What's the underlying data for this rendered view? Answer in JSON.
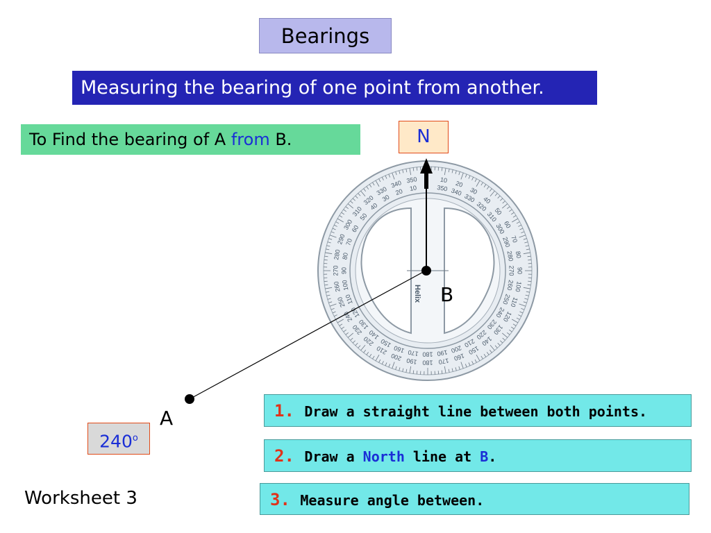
{
  "title": "Bearings",
  "subtitle": "Measuring the bearing of one point from another.",
  "instruction": {
    "prefix": "To Find the bearing of A ",
    "highlight": "from",
    "suffix": " B."
  },
  "north_label": "N",
  "points": {
    "a": "A",
    "b": "B"
  },
  "answer": {
    "value": "240",
    "unit": "o"
  },
  "protractor": {
    "brand": "Helix",
    "outer_labels": [
      "10",
      "20",
      "30",
      "40",
      "50",
      "60",
      "70",
      "80",
      "90",
      "100",
      "110",
      "120",
      "130",
      "140",
      "150",
      "160",
      "170",
      "180",
      "190",
      "200",
      "210",
      "220",
      "230",
      "240",
      "250",
      "260",
      "270",
      "280",
      "290",
      "300",
      "310",
      "320",
      "330",
      "340",
      "350"
    ],
    "inner_labels": [
      "350",
      "340",
      "330",
      "320",
      "310",
      "300",
      "290",
      "280",
      "270",
      "260",
      "250",
      "240",
      "230",
      "220",
      "210",
      "200",
      "190",
      "180",
      "170",
      "160",
      "150",
      "140",
      "130",
      "120",
      "110",
      "100",
      "90",
      "80",
      "70",
      "60",
      "50",
      "40",
      "30",
      "20",
      "10"
    ]
  },
  "steps": [
    {
      "number": "1.",
      "parts": [
        {
          "text": "Draw a straight line between both points.",
          "color": "black"
        }
      ]
    },
    {
      "number": "2.",
      "parts": [
        {
          "text": "Draw a ",
          "color": "black"
        },
        {
          "text": "North",
          "color": "blue"
        },
        {
          "text": " line at ",
          "color": "black"
        },
        {
          "text": "B",
          "color": "blue"
        },
        {
          "text": ".",
          "color": "black"
        }
      ]
    },
    {
      "number": "3.",
      "parts": [
        {
          "text": "Measure angle between.",
          "color": "black"
        }
      ]
    }
  ],
  "worksheet": "Worksheet 3",
  "colors": {
    "title_bg": "#b8b8ec",
    "subtitle_bg": "#2424b4",
    "instruction_bg": "#66d99a",
    "step_bg": "#72e8e8",
    "step_number": "#e0331a",
    "highlight_blue": "#1a2ed6",
    "box_border": "#e04a18"
  }
}
